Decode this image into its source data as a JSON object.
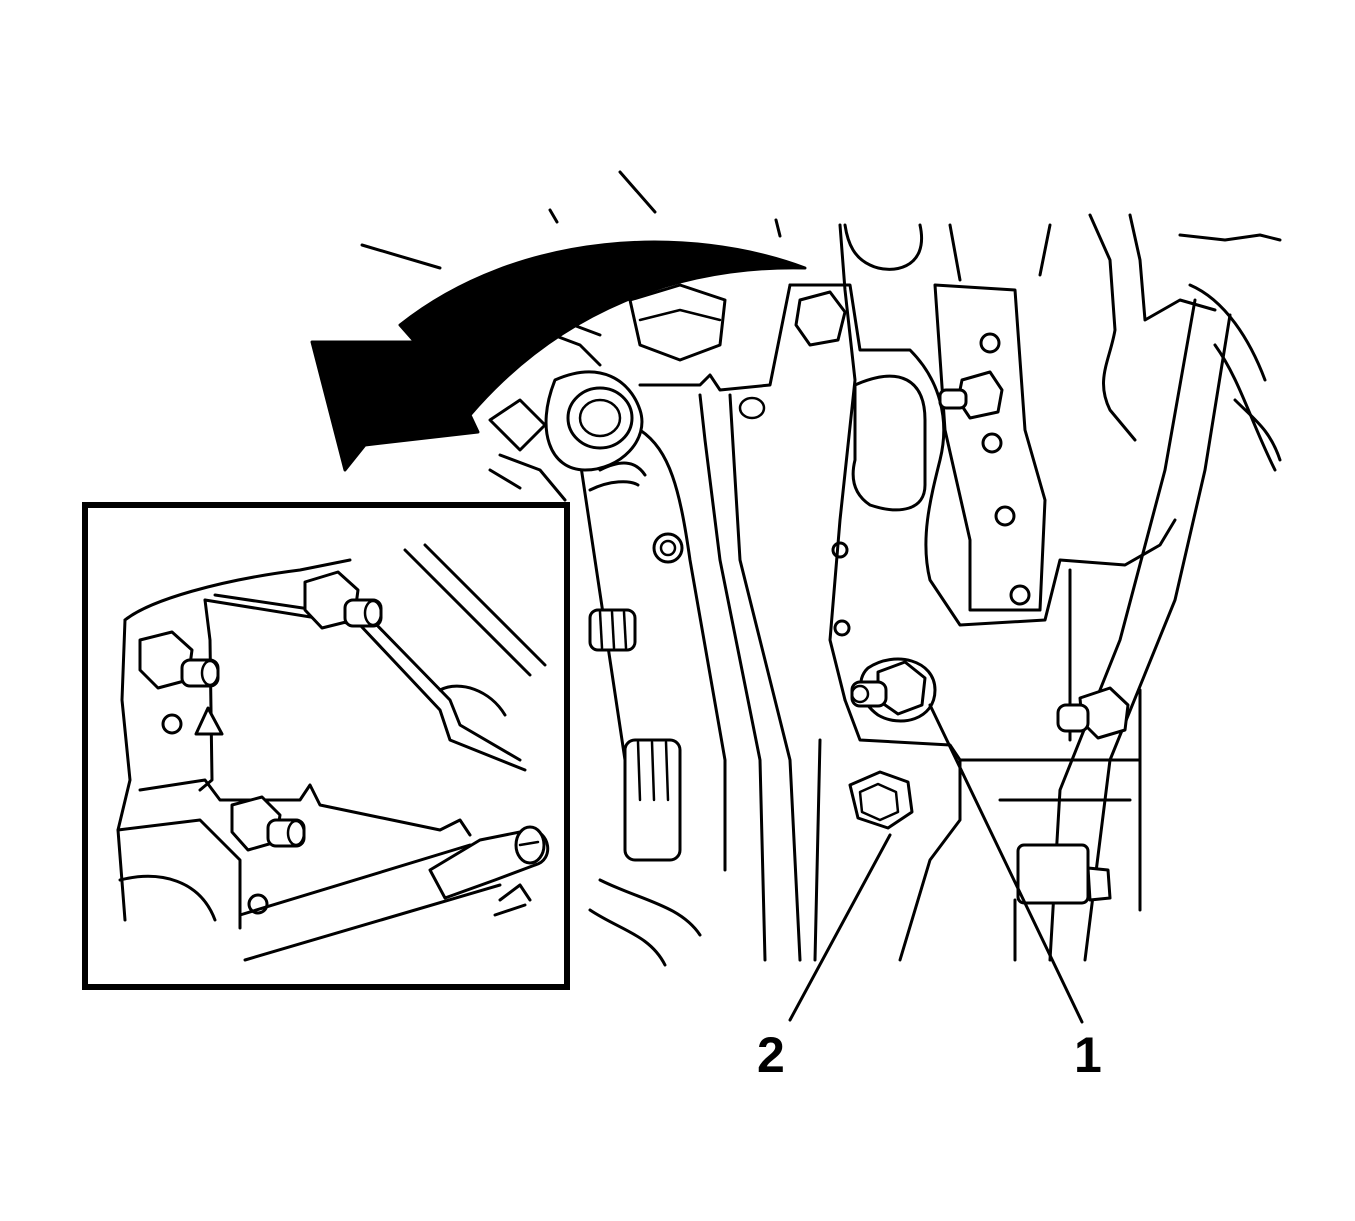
{
  "callouts": [
    {
      "id": "1",
      "text": "1"
    },
    {
      "id": "2",
      "text": "2"
    }
  ],
  "colors": {
    "ink": "#000000",
    "background": "#ffffff"
  },
  "icons": {
    "rotation_arrow": "curved-arrow-counterclockwise-icon",
    "inset_marker": "triangle-up-icon"
  }
}
